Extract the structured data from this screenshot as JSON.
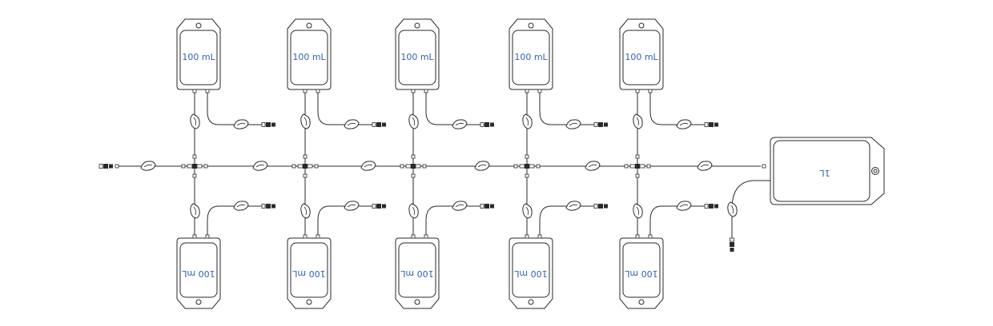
{
  "colors": {
    "line": "#2a2a2a",
    "label": "#2f63b4",
    "accent": "#4a7fd0",
    "background": "#ffffff"
  },
  "top_bags": [
    {
      "label": "100 mL"
    },
    {
      "label": "100 mL"
    },
    {
      "label": "100 mL"
    },
    {
      "label": "100 mL"
    },
    {
      "label": "100 mL"
    }
  ],
  "bottom_bags": [
    {
      "label": "100 mL"
    },
    {
      "label": "100 mL"
    },
    {
      "label": "100 mL"
    },
    {
      "label": "100 mL"
    },
    {
      "label": "100 mL"
    }
  ],
  "large_bag": {
    "label": "1L"
  },
  "icons": {
    "clamp": "pinch-clamp-icon",
    "connector": "luer-connector-icon",
    "manifold": "cross-manifold-icon"
  }
}
